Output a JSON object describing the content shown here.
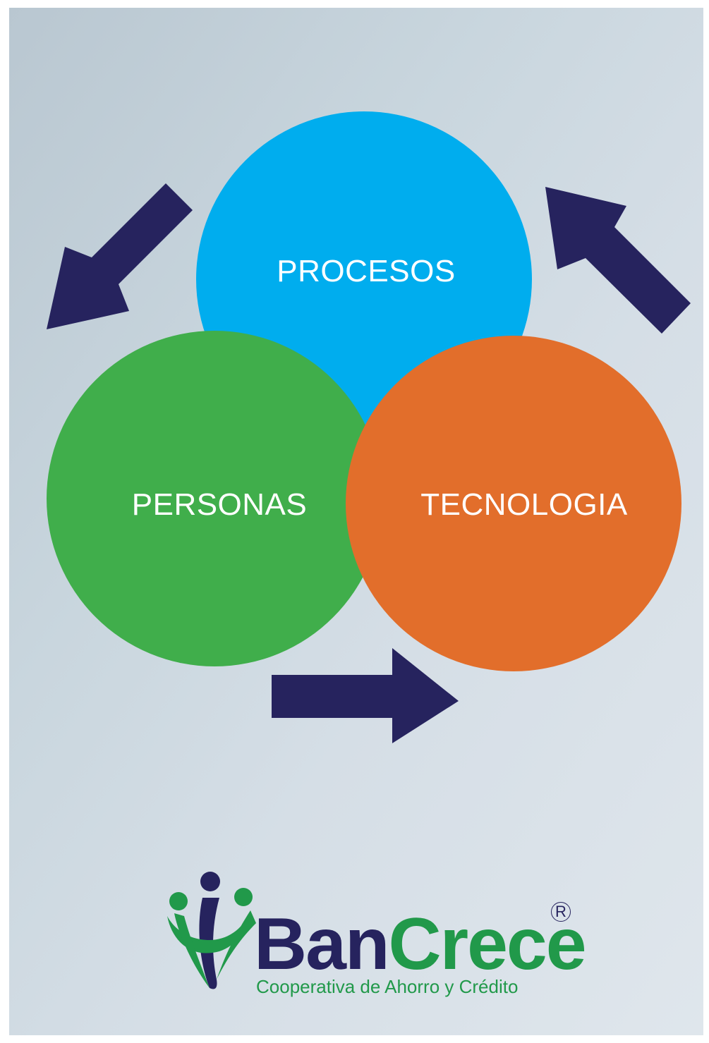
{
  "diagram": {
    "nodes": [
      {
        "id": "procesos",
        "label": "PROCESOS",
        "color": "#00adee"
      },
      {
        "id": "personas",
        "label": "PERSONAS",
        "color": "#40ae4b"
      },
      {
        "id": "tecnologia",
        "label": "TECNOLOGIA",
        "color": "#e26e2b"
      }
    ],
    "arrow_color": "#26235e",
    "edges": [
      {
        "from": "procesos",
        "to": "personas"
      },
      {
        "from": "personas",
        "to": "tecnologia"
      },
      {
        "from": "tecnologia",
        "to": "procesos"
      }
    ]
  },
  "logo": {
    "brand_part1": "Ban",
    "brand_part2": "Crece",
    "registered_mark": "R",
    "tagline": "Cooperativa de Ahorro y Crédito",
    "colors": {
      "navy": "#26235e",
      "green": "#21994a"
    }
  }
}
